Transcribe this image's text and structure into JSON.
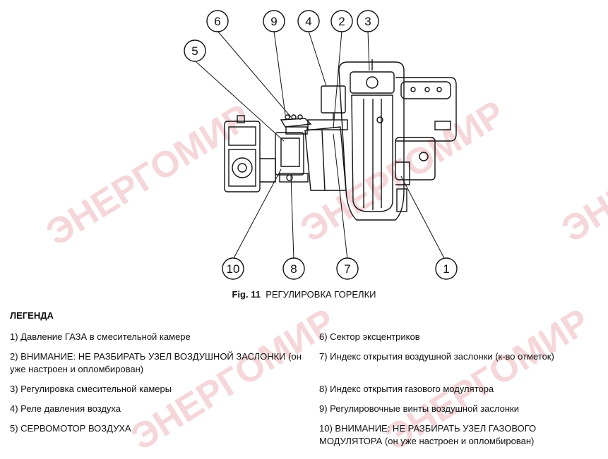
{
  "watermark": {
    "text": "ЭНЕРГОМИР",
    "color": "#f2c9cc"
  },
  "callouts": [
    "1",
    "2",
    "3",
    "4",
    "5",
    "6",
    "7",
    "8",
    "9",
    "10"
  ],
  "caption": {
    "fig": "Fig. 11",
    "title": "РЕГУЛИРОВКА ГОРЕЛКИ"
  },
  "legend": {
    "title": "ЛЕГЕНДА",
    "left": [
      "1) Давление ГАЗА в смесительной камере",
      "2) ВНИМАНИЕ: НЕ РАЗБИРАТЬ УЗЕЛ ВОЗДУШНОЙ ЗАСЛОНКИ (он уже настроен и опломбирован)",
      "3) Регулировка смесительной камеры",
      "4) Реле давления воздуха",
      "5) СЕРВОМОТОР ВОЗДУХА"
    ],
    "right": [
      "6) Сектор эксцентриков",
      "7) Индекс открытия воздушной заслонки (к-во отметок)",
      "8) Индекс открытия газового модулятора",
      "9) Регулировочные винты воздушной заслонки",
      "10) ВНИМАНИЕ: НЕ РАЗБИРАТЬ УЗЕЛ ГАЗОВОГО МОДУЛЯТОРА (он уже настроен и опломбирован)"
    ]
  }
}
